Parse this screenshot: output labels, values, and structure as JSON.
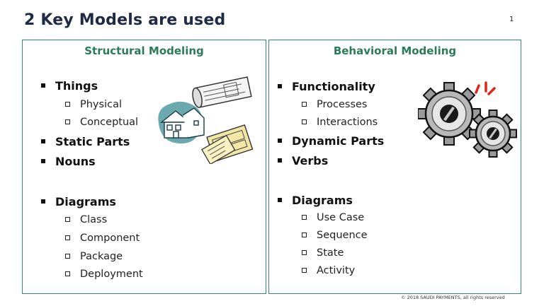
{
  "title": "2 Key Models are used",
  "page_number": "1",
  "footer": "© 2018 SAUDI PAYMENTS, all rights reserved",
  "left": {
    "heading": "Structural Modeling",
    "items": [
      "Things",
      "Static Parts",
      "Nouns",
      "Diagrams"
    ],
    "things_subs": [
      "Physical",
      "Conceptual"
    ],
    "diagram_subs": [
      "Class",
      "Component",
      "Package",
      "Deployment"
    ],
    "clipart_icon": "blueprint-house-icon"
  },
  "right": {
    "heading": "Behavioral Modeling",
    "items": [
      "Functionality",
      "Dynamic Parts",
      "Verbs",
      "Diagrams"
    ],
    "functionality_subs": [
      "Processes",
      "Interactions"
    ],
    "diagram_subs": [
      "Use Case",
      "Sequence",
      "State",
      "Activity"
    ],
    "clipart_icon": "gears-icon"
  },
  "colors": {
    "heading": "#2b7a5a",
    "border": "#2e8b72",
    "title": "#1f2a44"
  }
}
